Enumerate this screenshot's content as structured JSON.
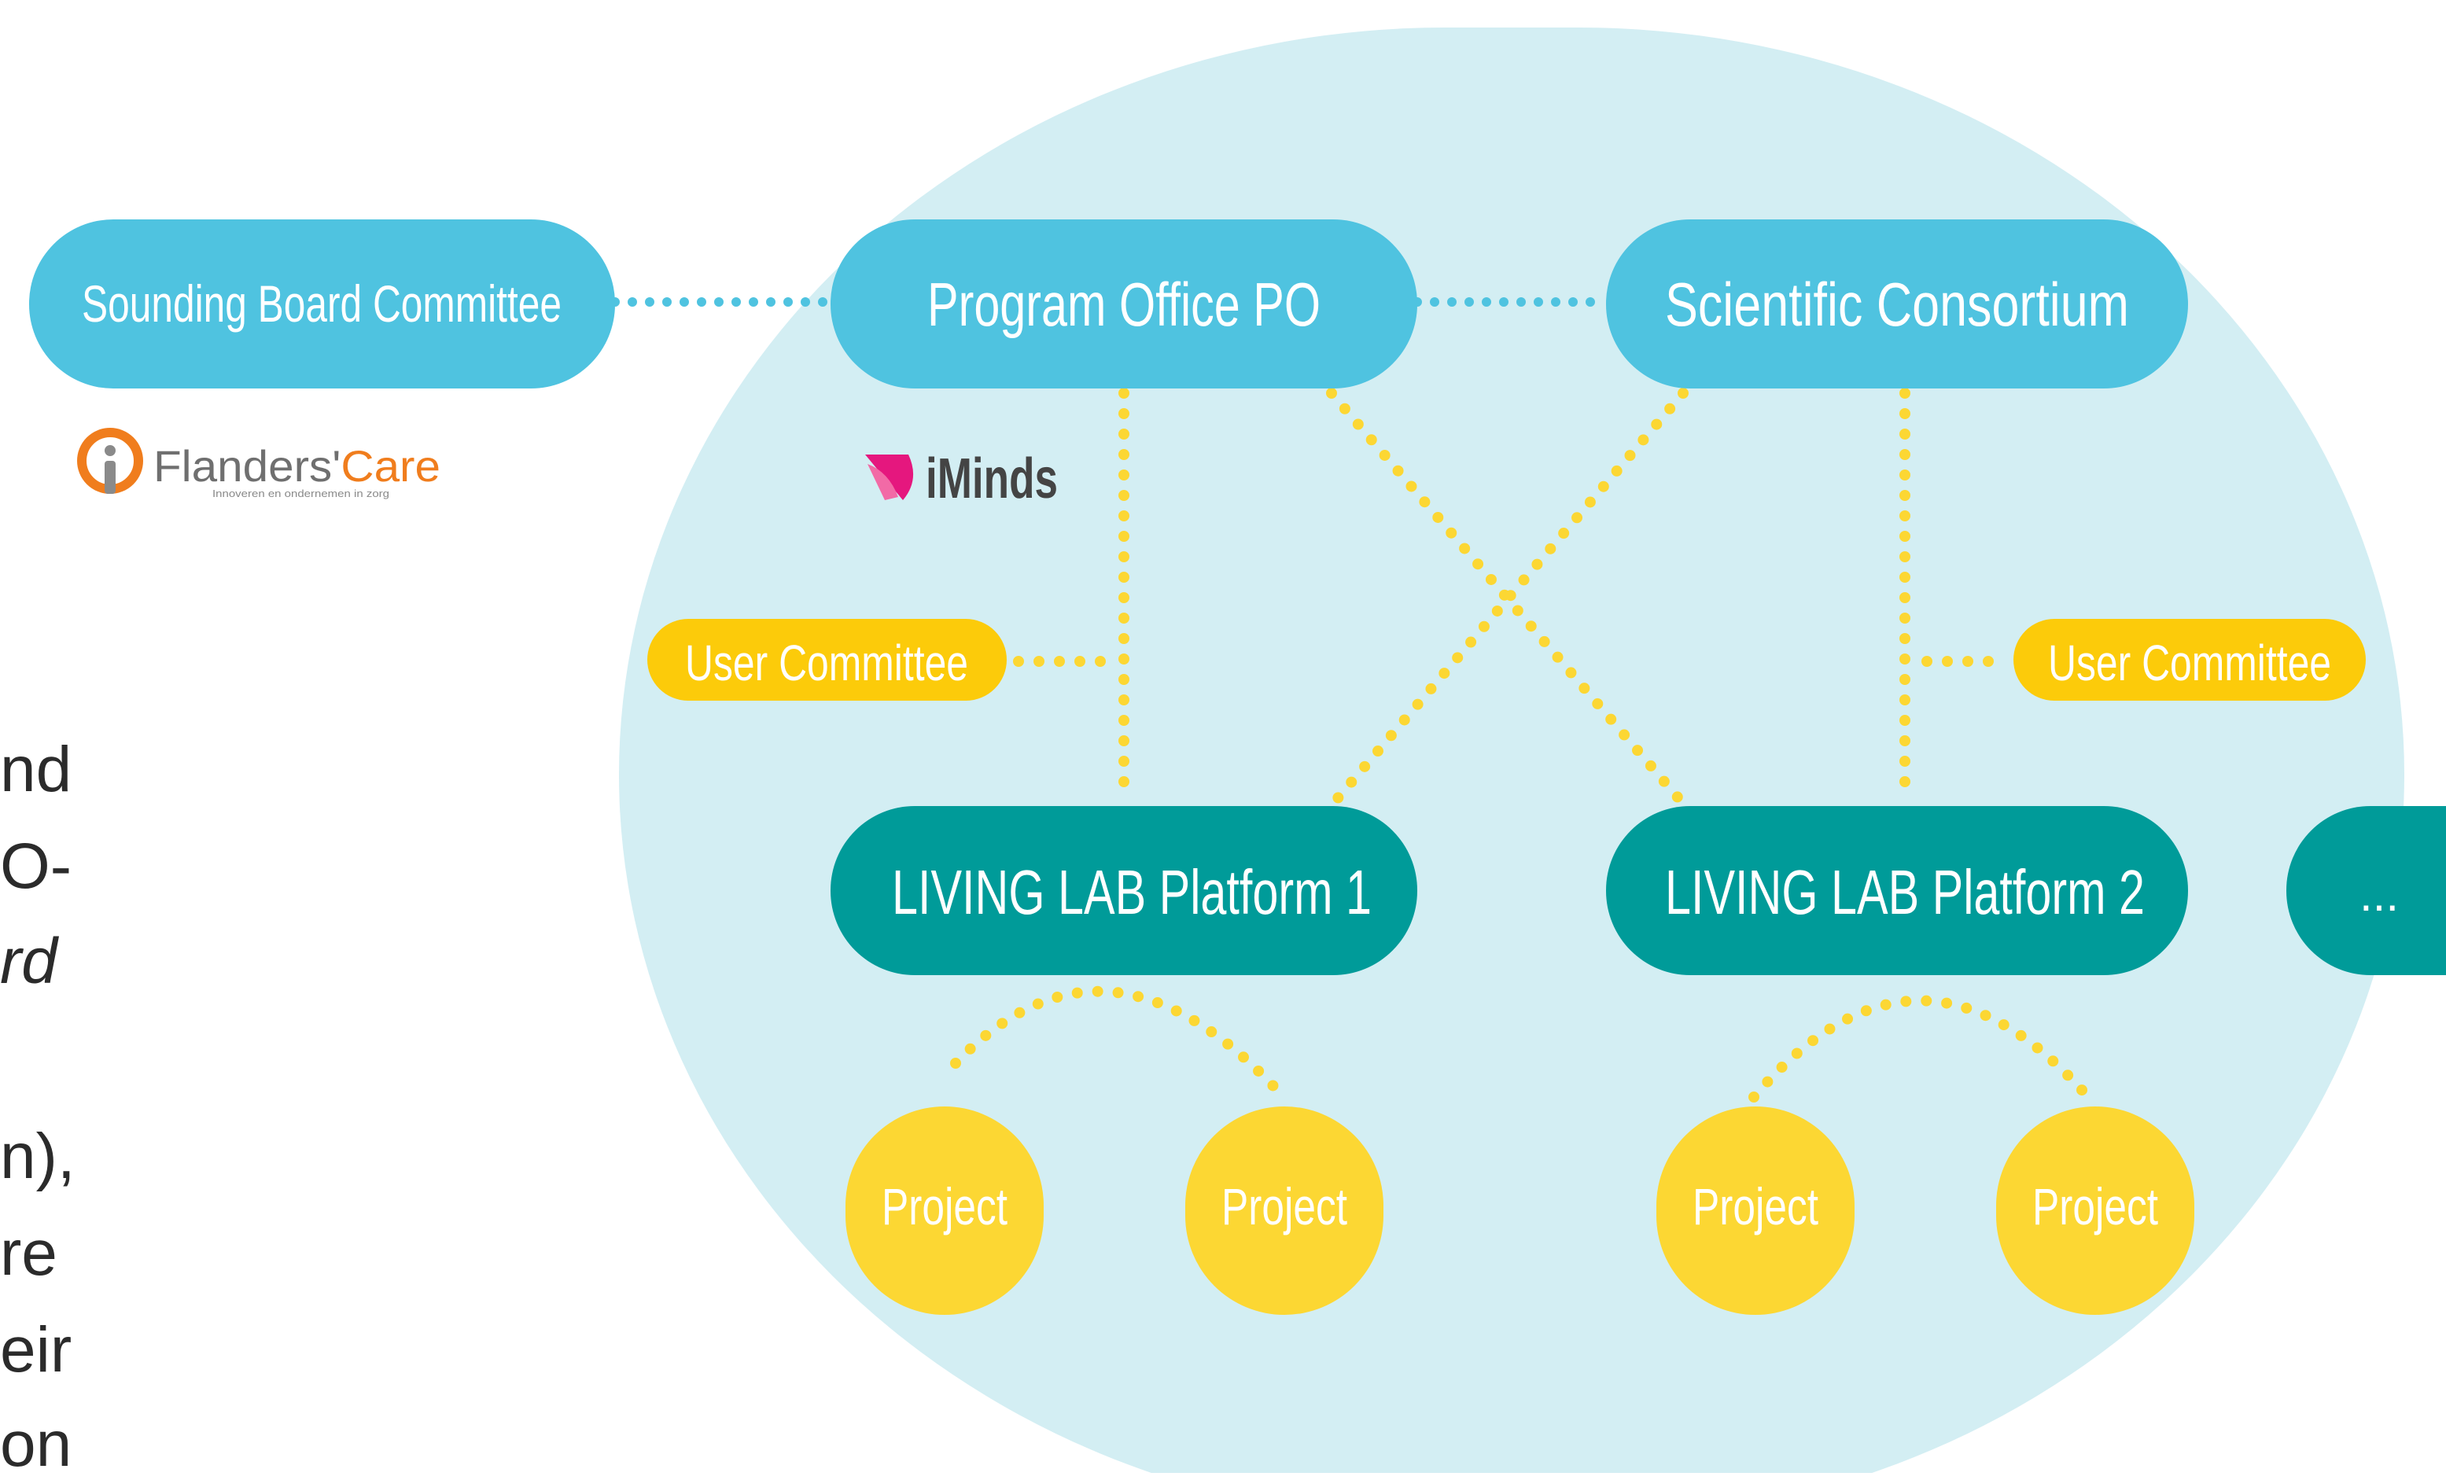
{
  "colors": {
    "platform_circle": "#d3eef3",
    "governance_node": "#4fc3e0",
    "platform_node": "#009b99",
    "user_committee_node": "#fccb0a",
    "project_node": "#fcd733",
    "node_text": "#ffffff",
    "connector_governance": "#4fc3e0",
    "connector_yellow": "#fcd733",
    "side_text": "#2b2b2b"
  },
  "nodes": {
    "sounding_board": "Sounding Board Committee",
    "program_office": "Program Office PO",
    "scientific_consortium": "Scientific Consortium",
    "user_committee_left": "User Committee",
    "user_committee_right": "User Committee",
    "platform_1": "LIVING LAB Platform 1",
    "platform_2": "LIVING LAB Platform 2",
    "platform_more": "...",
    "projects": [
      "Project",
      "Project",
      "Project",
      "Project"
    ]
  },
  "logos": {
    "flanders_care": {
      "icon": "person-info-icon",
      "name_part1": "Flanders'",
      "name_part2": "Care",
      "tagline": "Innoveren en ondernemen in zorg"
    },
    "iminds": {
      "icon": "iminds-leaf-icon",
      "name": "iMinds"
    }
  },
  "side_text_fragments": [
    "nd",
    "O-",
    "rd",
    "n),",
    "re",
    "eir",
    "on"
  ]
}
